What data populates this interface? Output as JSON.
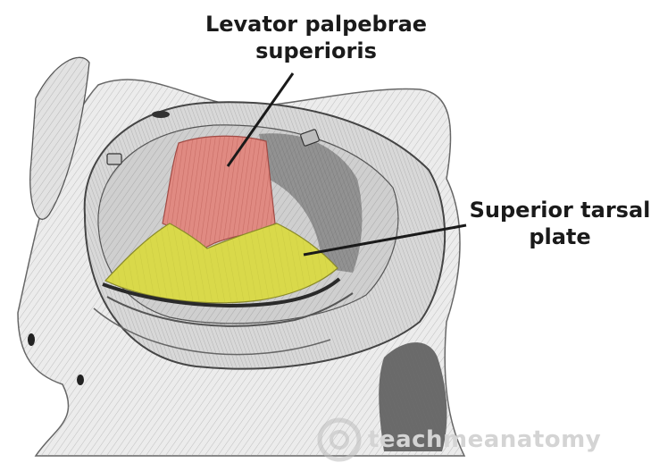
{
  "labels": {
    "levator_line1": "Levator palpebrae",
    "levator_line2": "superioris",
    "tarsal_line1": "Superior tarsal",
    "tarsal_line2": "plate"
  },
  "watermark": "teachmeanatomy",
  "colors": {
    "levator_muscle": "#e08a82",
    "tarsal_plate": "#d9d94a",
    "bone": "#e6e6e6",
    "shadow": "#8a8a8a",
    "line": "#1a1a1a"
  }
}
